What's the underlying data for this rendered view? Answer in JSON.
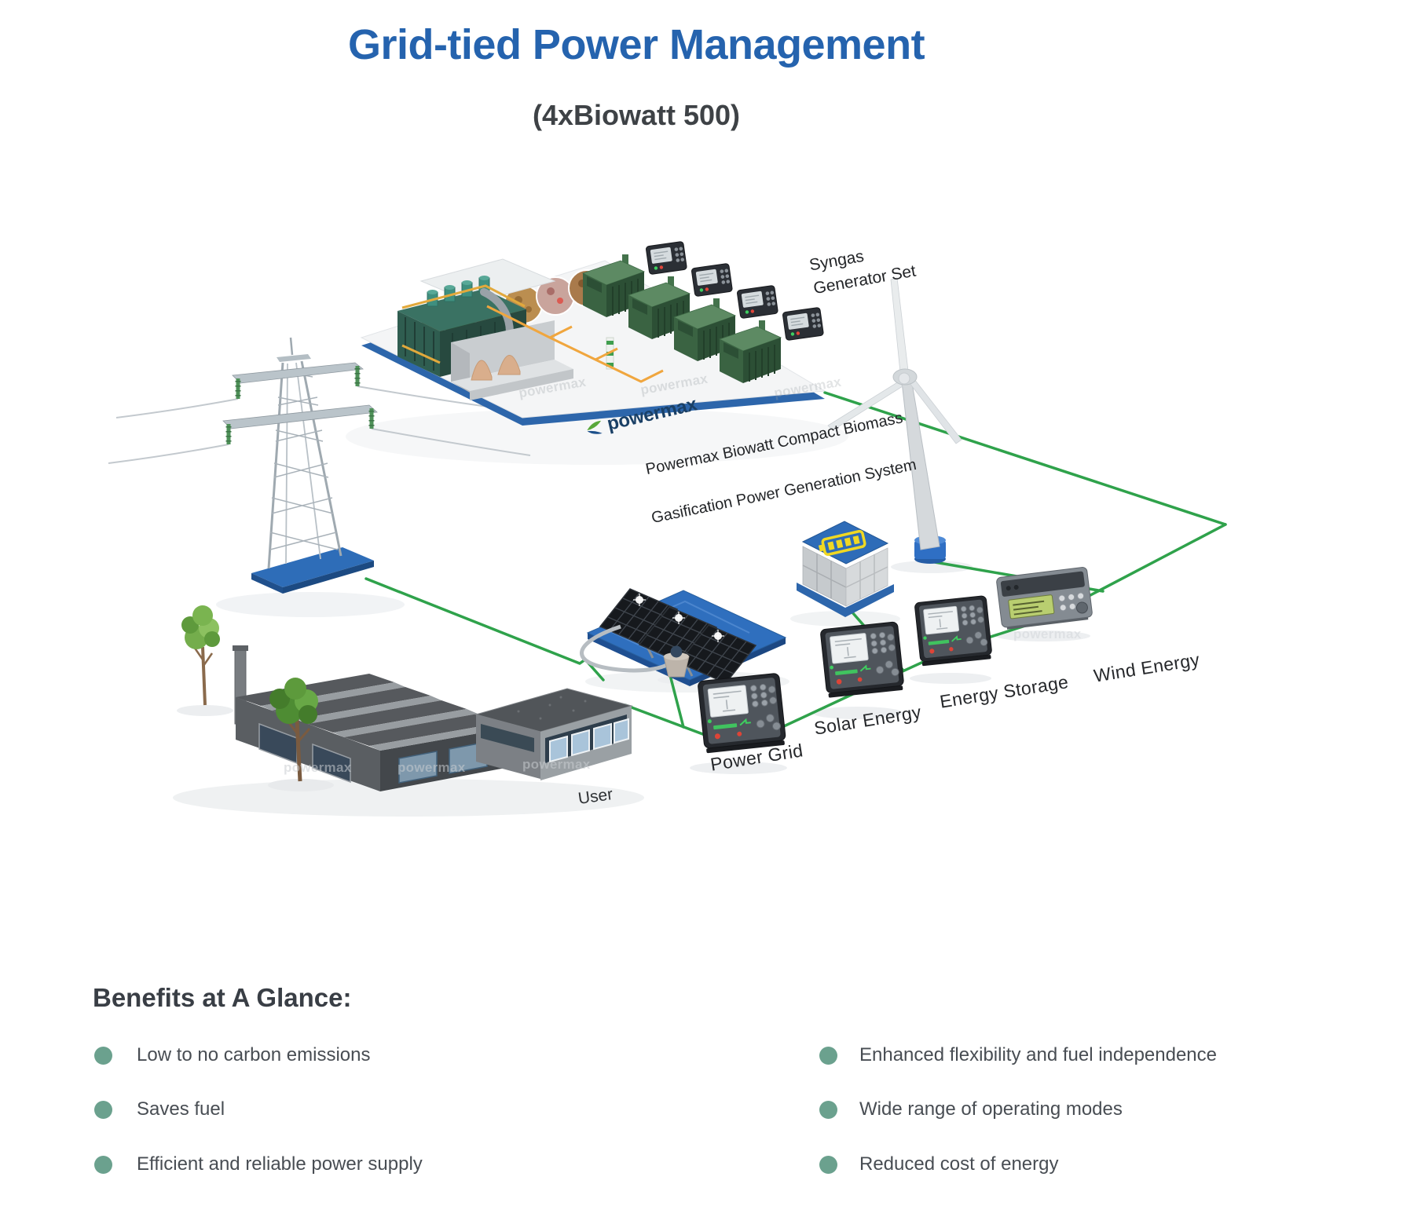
{
  "header": {
    "title": "Grid-tied Power Management",
    "subtitle": "(4xBiowatt 500)"
  },
  "diagram": {
    "labels": {
      "syngas": "Syngas\nGenerator  Set",
      "biomass_line1": "Powermax Biowatt Compact Biomass",
      "biomass_line2": "Gasification Power Generation System",
      "power_grid": "Power Grid",
      "solar_energy": "Solar Energy",
      "energy_storage": "Energy Storage",
      "wind_energy": "Wind Energy",
      "user": "User",
      "brand": "powermax",
      "watermark": "powermax"
    },
    "colors": {
      "line_green": "#2fa24b",
      "platform_blue": "#2e6cb5",
      "connector_orange": "#f0a63e",
      "title_blue": "#2563ae"
    }
  },
  "benefits": {
    "heading": "Benefits at A Glance:",
    "bullet_color": "#6ba18e",
    "left": [
      "Low to no carbon emissions",
      "Saves fuel",
      "Efficient and reliable power supply"
    ],
    "right": [
      "Enhanced flexibility and fuel independence",
      "Wide range of operating modes",
      "Reduced cost of energy"
    ]
  }
}
